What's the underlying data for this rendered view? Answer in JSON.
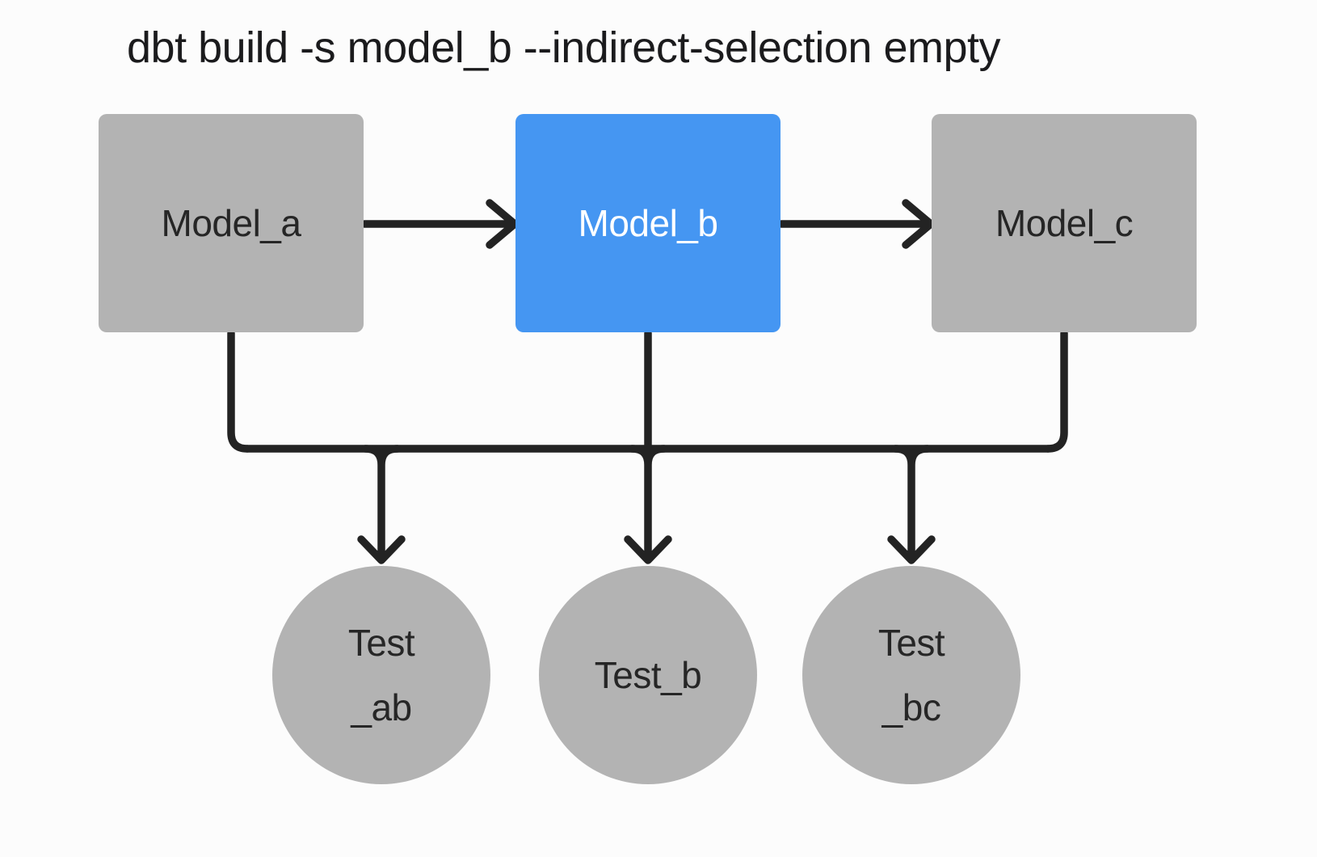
{
  "title": "dbt build -s model_b --indirect-selection empty",
  "colors": {
    "background": "#fcfcfc",
    "model_fill": "#b3b3b3",
    "selected_fill": "#4596f2",
    "model_text": "#262626",
    "selected_text": "#ffffff",
    "edge": "#232323",
    "title_text": "#1b1b1d"
  },
  "nodes": {
    "models": [
      {
        "id": "model_a",
        "label": "Model_a",
        "selected": false
      },
      {
        "id": "model_b",
        "label": "Model_b",
        "selected": true
      },
      {
        "id": "model_c",
        "label": "Model_c",
        "selected": false
      }
    ],
    "tests": [
      {
        "id": "test_ab",
        "line1": "Test",
        "line2": "_ab"
      },
      {
        "id": "test_b",
        "line1": "Test_b",
        "line2": ""
      },
      {
        "id": "test_bc",
        "line1": "Test",
        "line2": "_bc"
      }
    ]
  },
  "edges": [
    {
      "from": "model_a",
      "to": "model_b"
    },
    {
      "from": "model_b",
      "to": "model_c"
    },
    {
      "from": "model_a",
      "to": "test_ab"
    },
    {
      "from": "model_b",
      "to": "test_ab"
    },
    {
      "from": "model_b",
      "to": "test_b"
    },
    {
      "from": "model_b",
      "to": "test_bc"
    },
    {
      "from": "model_c",
      "to": "test_bc"
    }
  ]
}
